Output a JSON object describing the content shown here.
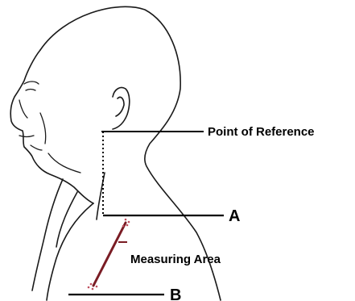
{
  "labels": {
    "reference": "Point of Reference",
    "line_a": "A",
    "line_b": "B",
    "measuring_area": "Measuring Area"
  },
  "colors": {
    "outline": "#1a1a1a",
    "measure": "#7a1c24",
    "text": "#000000"
  }
}
